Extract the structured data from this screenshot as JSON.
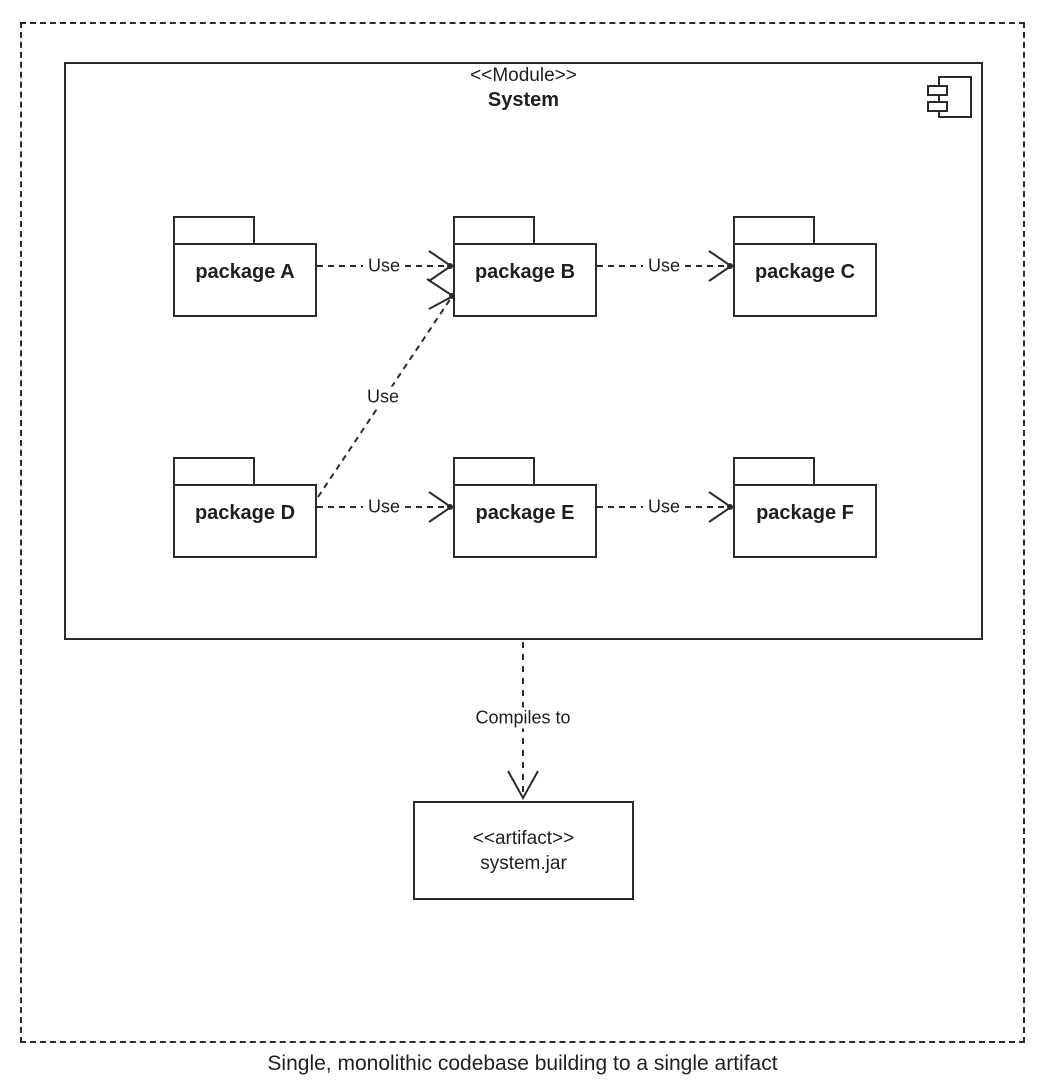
{
  "diagram": {
    "module": {
      "stereotype": "<<Module>>",
      "name": "System",
      "icon": "component-icon"
    },
    "packages": [
      {
        "id": "A",
        "label": "package A"
      },
      {
        "id": "B",
        "label": "package B"
      },
      {
        "id": "C",
        "label": "package C"
      },
      {
        "id": "D",
        "label": "package D"
      },
      {
        "id": "E",
        "label": "package E"
      },
      {
        "id": "F",
        "label": "package F"
      }
    ],
    "dependencies": [
      {
        "from": "package A",
        "to": "package B",
        "label": "Use"
      },
      {
        "from": "package B",
        "to": "package C",
        "label": "Use"
      },
      {
        "from": "package D",
        "to": "package B",
        "label": "Use"
      },
      {
        "from": "package D",
        "to": "package E",
        "label": "Use"
      },
      {
        "from": "package E",
        "to": "package F",
        "label": "Use"
      }
    ],
    "compiles_edge": {
      "from": "System",
      "to": "system.jar",
      "label": "Compiles to"
    },
    "artifact": {
      "stereotype": "<<artifact>>",
      "name": "system.jar"
    },
    "caption": "Single, monolithic codebase building to a single artifact",
    "colors": {
      "line": "#2b2b2b",
      "text": "#1f1f1f",
      "background": "#ffffff"
    }
  }
}
